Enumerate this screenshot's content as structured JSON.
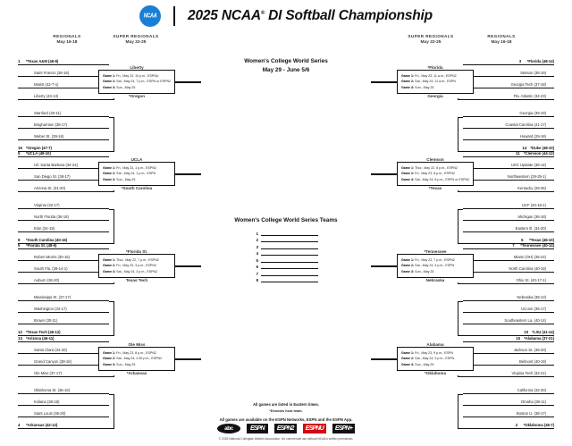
{
  "header": {
    "logo_alt": "NCAA",
    "title": "2025 NCAA",
    "title_sup": "®",
    "title_rest": " DI Softball Championship"
  },
  "rounds": {
    "regionals_left": {
      "name": "REGIONALS",
      "dates": "May 16-18"
    },
    "super_regionals_left": {
      "name": "SUPER REGIONALS",
      "dates": "May 22-25"
    },
    "super_regionals_right": {
      "name": "SUPER REGIONALS",
      "dates": "May 22-25"
    },
    "regionals_right": {
      "name": "REGIONALS",
      "dates": "May 16-18"
    }
  },
  "wcws": {
    "title": "Women's College World Series",
    "dates": "May 29 - June 5/6",
    "teams_title": "Women's College World Series Teams",
    "slots": [
      "1",
      "2",
      "3",
      "4",
      "5",
      "6",
      "7",
      "8"
    ]
  },
  "left_regions": [
    {
      "id": "austin",
      "top_pod": [
        {
          "seed": "1",
          "name": "*Texas A&M (46-8)"
        },
        {
          "seed": "",
          "name": "Saint Francis (28-16)"
        },
        {
          "seed": "",
          "name": "Marist (42-7-1)"
        },
        {
          "seed": "",
          "name": "Liberty (43-13)"
        }
      ],
      "bottom_pod": [
        {
          "seed": "",
          "name": "Stanford (40-11)"
        },
        {
          "seed": "",
          "name": "Binghamton (38-17)"
        },
        {
          "seed": "",
          "name": "Weber St. (39-16)"
        },
        {
          "seed": "16",
          "name": "*Oregon (47-7)"
        }
      ]
    },
    {
      "id": "losangeles",
      "top_pod": [
        {
          "seed": "9",
          "name": "*UCLA (49-10)"
        },
        {
          "seed": "",
          "name": "UC Santa Barbara (34-24)"
        },
        {
          "seed": "",
          "name": "San Diego St. (38-17)"
        },
        {
          "seed": "",
          "name": "Arizona St. (31-20)"
        }
      ],
      "bottom_pod": [
        {
          "seed": "",
          "name": "Virginia (32-17)"
        },
        {
          "seed": "",
          "name": "North Florida (36-18)"
        },
        {
          "seed": "",
          "name": "Elon (34-19)"
        },
        {
          "seed": "8",
          "name": "*South Carolina (40-16)"
        }
      ]
    },
    {
      "id": "tallahassee",
      "top_pod": [
        {
          "seed": "5",
          "name": "*Florida St. (48-9)"
        },
        {
          "seed": "",
          "name": "Robert Morris (30-16)"
        },
        {
          "seed": "",
          "name": "South Fla. (39-14-1)"
        },
        {
          "seed": "",
          "name": "Auburn (36-20)"
        }
      ],
      "bottom_pod": [
        {
          "seed": "",
          "name": "Mississippi St. (37-17)"
        },
        {
          "seed": "",
          "name": "Washington (34-17)"
        },
        {
          "seed": "",
          "name": "Brown (30-11)"
        },
        {
          "seed": "12",
          "name": "*Texas Tech (46-12)"
        }
      ]
    },
    {
      "id": "tucson",
      "top_pod": [
        {
          "seed": "13",
          "name": "*Arizona (46-11)"
        },
        {
          "seed": "",
          "name": "Santa Clara (34-20)"
        },
        {
          "seed": "",
          "name": "Grand Canyon (38-16)"
        },
        {
          "seed": "",
          "name": "Ole Miss (37-17)"
        }
      ],
      "bottom_pod": [
        {
          "seed": "",
          "name": "Oklahoma St. (36-16)"
        },
        {
          "seed": "",
          "name": "Indiana (38-18)"
        },
        {
          "seed": "",
          "name": "Saint Louis (36-20)"
        },
        {
          "seed": "4",
          "name": "*Arkansas (42-12)"
        }
      ]
    }
  ],
  "right_regions": [
    {
      "id": "gainesville",
      "top_pod": [
        {
          "seed": "3",
          "name": "*Florida (48-14)"
        },
        {
          "seed": "",
          "name": "Stetson (38-19)"
        },
        {
          "seed": "",
          "name": "Georgia Tech (37-18)"
        },
        {
          "seed": "",
          "name": "Fla. Atlantic (34-23)"
        }
      ],
      "bottom_pod": [
        {
          "seed": "",
          "name": "Georgia (39-19)"
        },
        {
          "seed": "",
          "name": "Coastal Carolina (41-17)"
        },
        {
          "seed": "",
          "name": "Howard (29-18)"
        },
        {
          "seed": "14",
          "name": "*Duke (48-10)"
        }
      ]
    },
    {
      "id": "clemson",
      "top_pod": [
        {
          "seed": "11",
          "name": "*Clemson (44-12)"
        },
        {
          "seed": "",
          "name": "USC Upstate (38-14)"
        },
        {
          "seed": "",
          "name": "Northwestern (29-25-1)"
        },
        {
          "seed": "",
          "name": "Kentucky (29-26)"
        }
      ],
      "bottom_pod": [
        {
          "seed": "",
          "name": "UCF (40-18-1)"
        },
        {
          "seed": "",
          "name": "Michigan (36-18)"
        },
        {
          "seed": "",
          "name": "Eastern Ill. (34-20)"
        },
        {
          "seed": "6",
          "name": "*Texas (46-10)"
        }
      ]
    },
    {
      "id": "knoxville",
      "top_pod": [
        {
          "seed": "7",
          "name": "*Tennessee (40-14)"
        },
        {
          "seed": "",
          "name": "Miami (OH) (35-24)"
        },
        {
          "seed": "",
          "name": "North Carolina (40-19)"
        },
        {
          "seed": "",
          "name": "Ohio St. (40-17-1)"
        }
      ],
      "bottom_pod": [
        {
          "seed": "",
          "name": "Nebraska (38-13)"
        },
        {
          "seed": "",
          "name": "UConn (36-17)"
        },
        {
          "seed": "",
          "name": "Southeastern La. (40-14)"
        },
        {
          "seed": "10",
          "name": "*LSU (41-14)"
        }
      ]
    },
    {
      "id": "norman",
      "top_pod": [
        {
          "seed": "15",
          "name": "*Alabama (37-21)"
        },
        {
          "seed": "",
          "name": "Jackson St. (38-20)"
        },
        {
          "seed": "",
          "name": "Belmont (40-19)"
        },
        {
          "seed": "",
          "name": "Virginia Tech (32-21)"
        }
      ],
      "bottom_pod": [
        {
          "seed": "",
          "name": "California (32-20)"
        },
        {
          "seed": "",
          "name": "Omaha (38-11)"
        },
        {
          "seed": "",
          "name": "Boston U. (38-17)"
        },
        {
          "seed": "2",
          "name": "*Oklahoma (45-7)"
        }
      ]
    }
  ],
  "super_regionals_left": [
    {
      "id": "sr-l1",
      "top": "Liberty",
      "bottom": "*Oregon",
      "games": [
        {
          "label": "Game 1:",
          "detail": " Fri., May 23, 10 p.m., ESPNU"
        },
        {
          "label": "Game 2:",
          "detail": " Sat., May 24, 7 p.m., ESPN or ESPN2"
        },
        {
          "label": "Game 3:",
          "detail": " Sun., May 25"
        }
      ]
    },
    {
      "id": "sr-l2",
      "top": "UCLA",
      "bottom": "*South Carolina",
      "games": [
        {
          "label": "Game 1:",
          "detail": " Fri., May 23, 1 p.m., ESPN2"
        },
        {
          "label": "Game 2:",
          "detail": " Sat., May 24, 1 p.m., ESPN"
        },
        {
          "label": "Game 3:",
          "detail": " Sun., May 25"
        }
      ]
    },
    {
      "id": "sr-l3",
      "top": "*Florida St.",
      "bottom": "Texas Tech",
      "games": [
        {
          "label": "Game 1:",
          "detail": " Thur., May 22, 7 p.m., ESPN2"
        },
        {
          "label": "Game 2:",
          "detail": " Fri., May 23, 3 p.m., ESPN2"
        },
        {
          "label": "Game 3:",
          "detail": " Sat., May 24, 3 p.m., ESPN2"
        }
      ]
    },
    {
      "id": "sr-l4",
      "top": "Ole Miss",
      "bottom": "*Arkansas",
      "games": [
        {
          "label": "Game 1:",
          "detail": " Fri., May 23, 8 p.m., ESPN2"
        },
        {
          "label": "Game 2:",
          "detail": " Sat., May 24, 2:30 p.m., ESPN2"
        },
        {
          "label": "Game 3:",
          "detail": " Sun., May 25"
        }
      ]
    }
  ],
  "super_regionals_right": [
    {
      "id": "sr-r1",
      "top": "*Florida",
      "bottom": "Georgia",
      "games": [
        {
          "label": "Game 1:",
          "detail": " Fri., May 23, 11 a.m., ESPN2"
        },
        {
          "label": "Game 2:",
          "detail": " Sat., May 24, 11 a.m., ESPN"
        },
        {
          "label": "Game 3:",
          "detail": " Sun., May 25"
        }
      ]
    },
    {
      "id": "sr-r2",
      "top": "Clemson",
      "bottom": "*Texas",
      "games": [
        {
          "label": "Game 1:",
          "detail": " Thur., May 22, 8 p.m., ESPN2"
        },
        {
          "label": "Game 2:",
          "detail": " Fri., May 23, 8 p.m., ESPN2"
        },
        {
          "label": "Game 3:",
          "detail": " Sat., May 24, 8 p.m., ESPN or ESPN2"
        }
      ]
    },
    {
      "id": "sr-r3",
      "top": "*Tennessee",
      "bottom": "Nebraska",
      "games": [
        {
          "label": "Game 1:",
          "detail": " Fri., May 23, 7 p.m., ESPN2"
        },
        {
          "label": "Game 2:",
          "detail": " Sat., May 24, 4 p.m., ESPN"
        },
        {
          "label": "Game 3:",
          "detail": " Sun., May 25"
        }
      ]
    },
    {
      "id": "sr-r4",
      "top": "Alabama",
      "bottom": "*Oklahoma",
      "games": [
        {
          "label": "Game 1:",
          "detail": " Fri., May 23, 9 p.m., ESPN"
        },
        {
          "label": "Game 2:",
          "detail": " Sat., May 24, 9 p.m., ESPN"
        },
        {
          "label": "Game 3:",
          "detail": " Sun., May 25"
        }
      ]
    }
  ],
  "footer": {
    "line1": "All games are listed in Eastern times.",
    "line2": "*Denotes host team.",
    "line3": "All games are available on the ESPN Networks, ESPN and the ESPN App.",
    "copyright": "© 2025 National Collegiate Athletic Association. No commercial use without NCAA's written permission.",
    "networks": [
      {
        "id": "abc",
        "label": "abc"
      },
      {
        "id": "espn",
        "label": "ESPN"
      },
      {
        "id": "espn2",
        "label": "ESPN2"
      },
      {
        "id": "espnu",
        "label": "ESPNU"
      },
      {
        "id": "espnp",
        "label": "ESPN+"
      }
    ]
  }
}
